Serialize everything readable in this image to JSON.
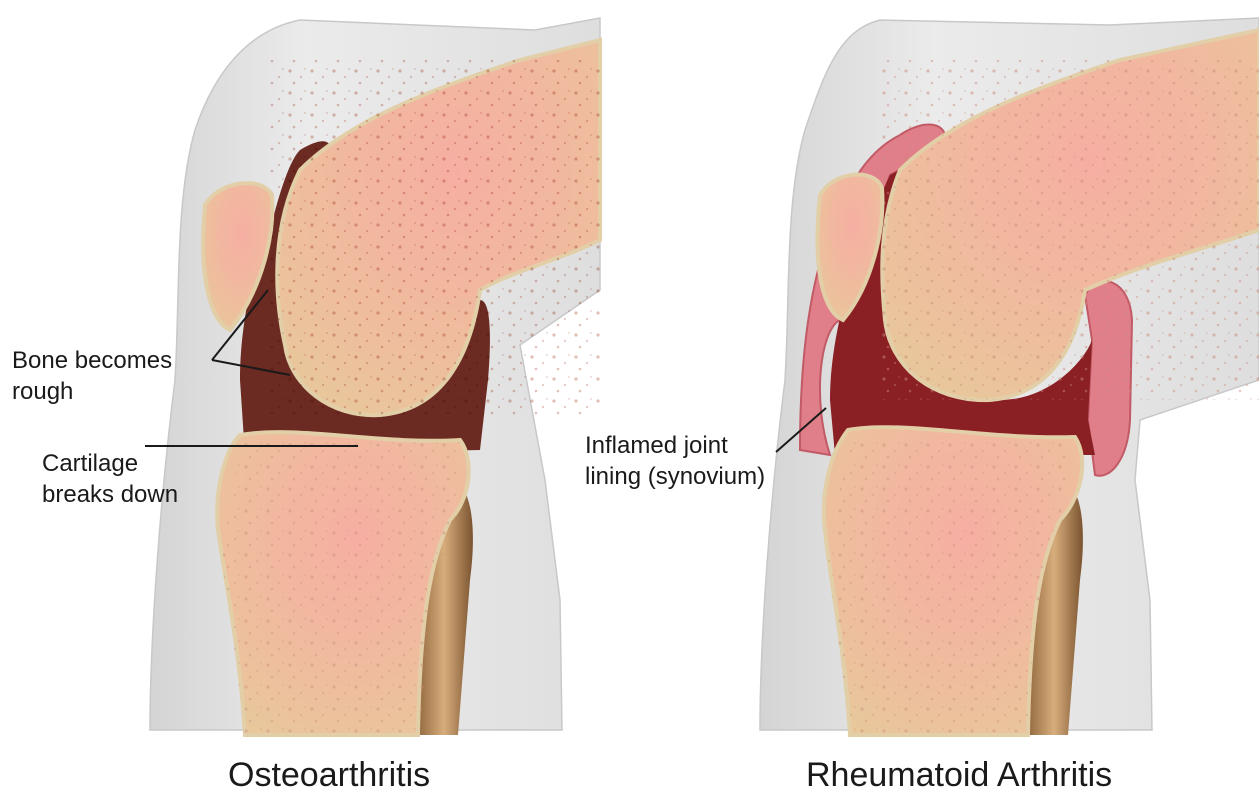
{
  "panels": [
    {
      "caption": "Osteoarthritis",
      "labels": [
        {
          "line1": "Bone becomes",
          "line2": "rough"
        },
        {
          "line1": "Cartilage",
          "line2": "breaks down"
        }
      ]
    },
    {
      "caption": "Rheumatoid Arthritis",
      "labels": [
        {
          "line1": "Inflamed joint",
          "line2": "lining (synovium)"
        }
      ]
    }
  ],
  "colors": {
    "skin": "#e4e4e4",
    "bone": "#f0b9a0",
    "bone_edge": "#e2cfa8",
    "fluid_dark": "#6b2a22",
    "fluid_red": "#8a1f24",
    "synovium": "#e07f8a",
    "fibula": "#b7895a"
  }
}
